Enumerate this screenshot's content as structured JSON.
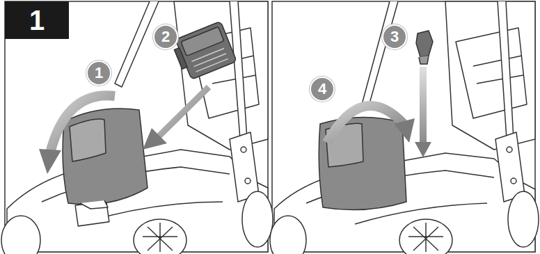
{
  "diagram": {
    "labels": [
      "1",
      "1",
      "2",
      "3",
      "4"
    ]
  }
}
